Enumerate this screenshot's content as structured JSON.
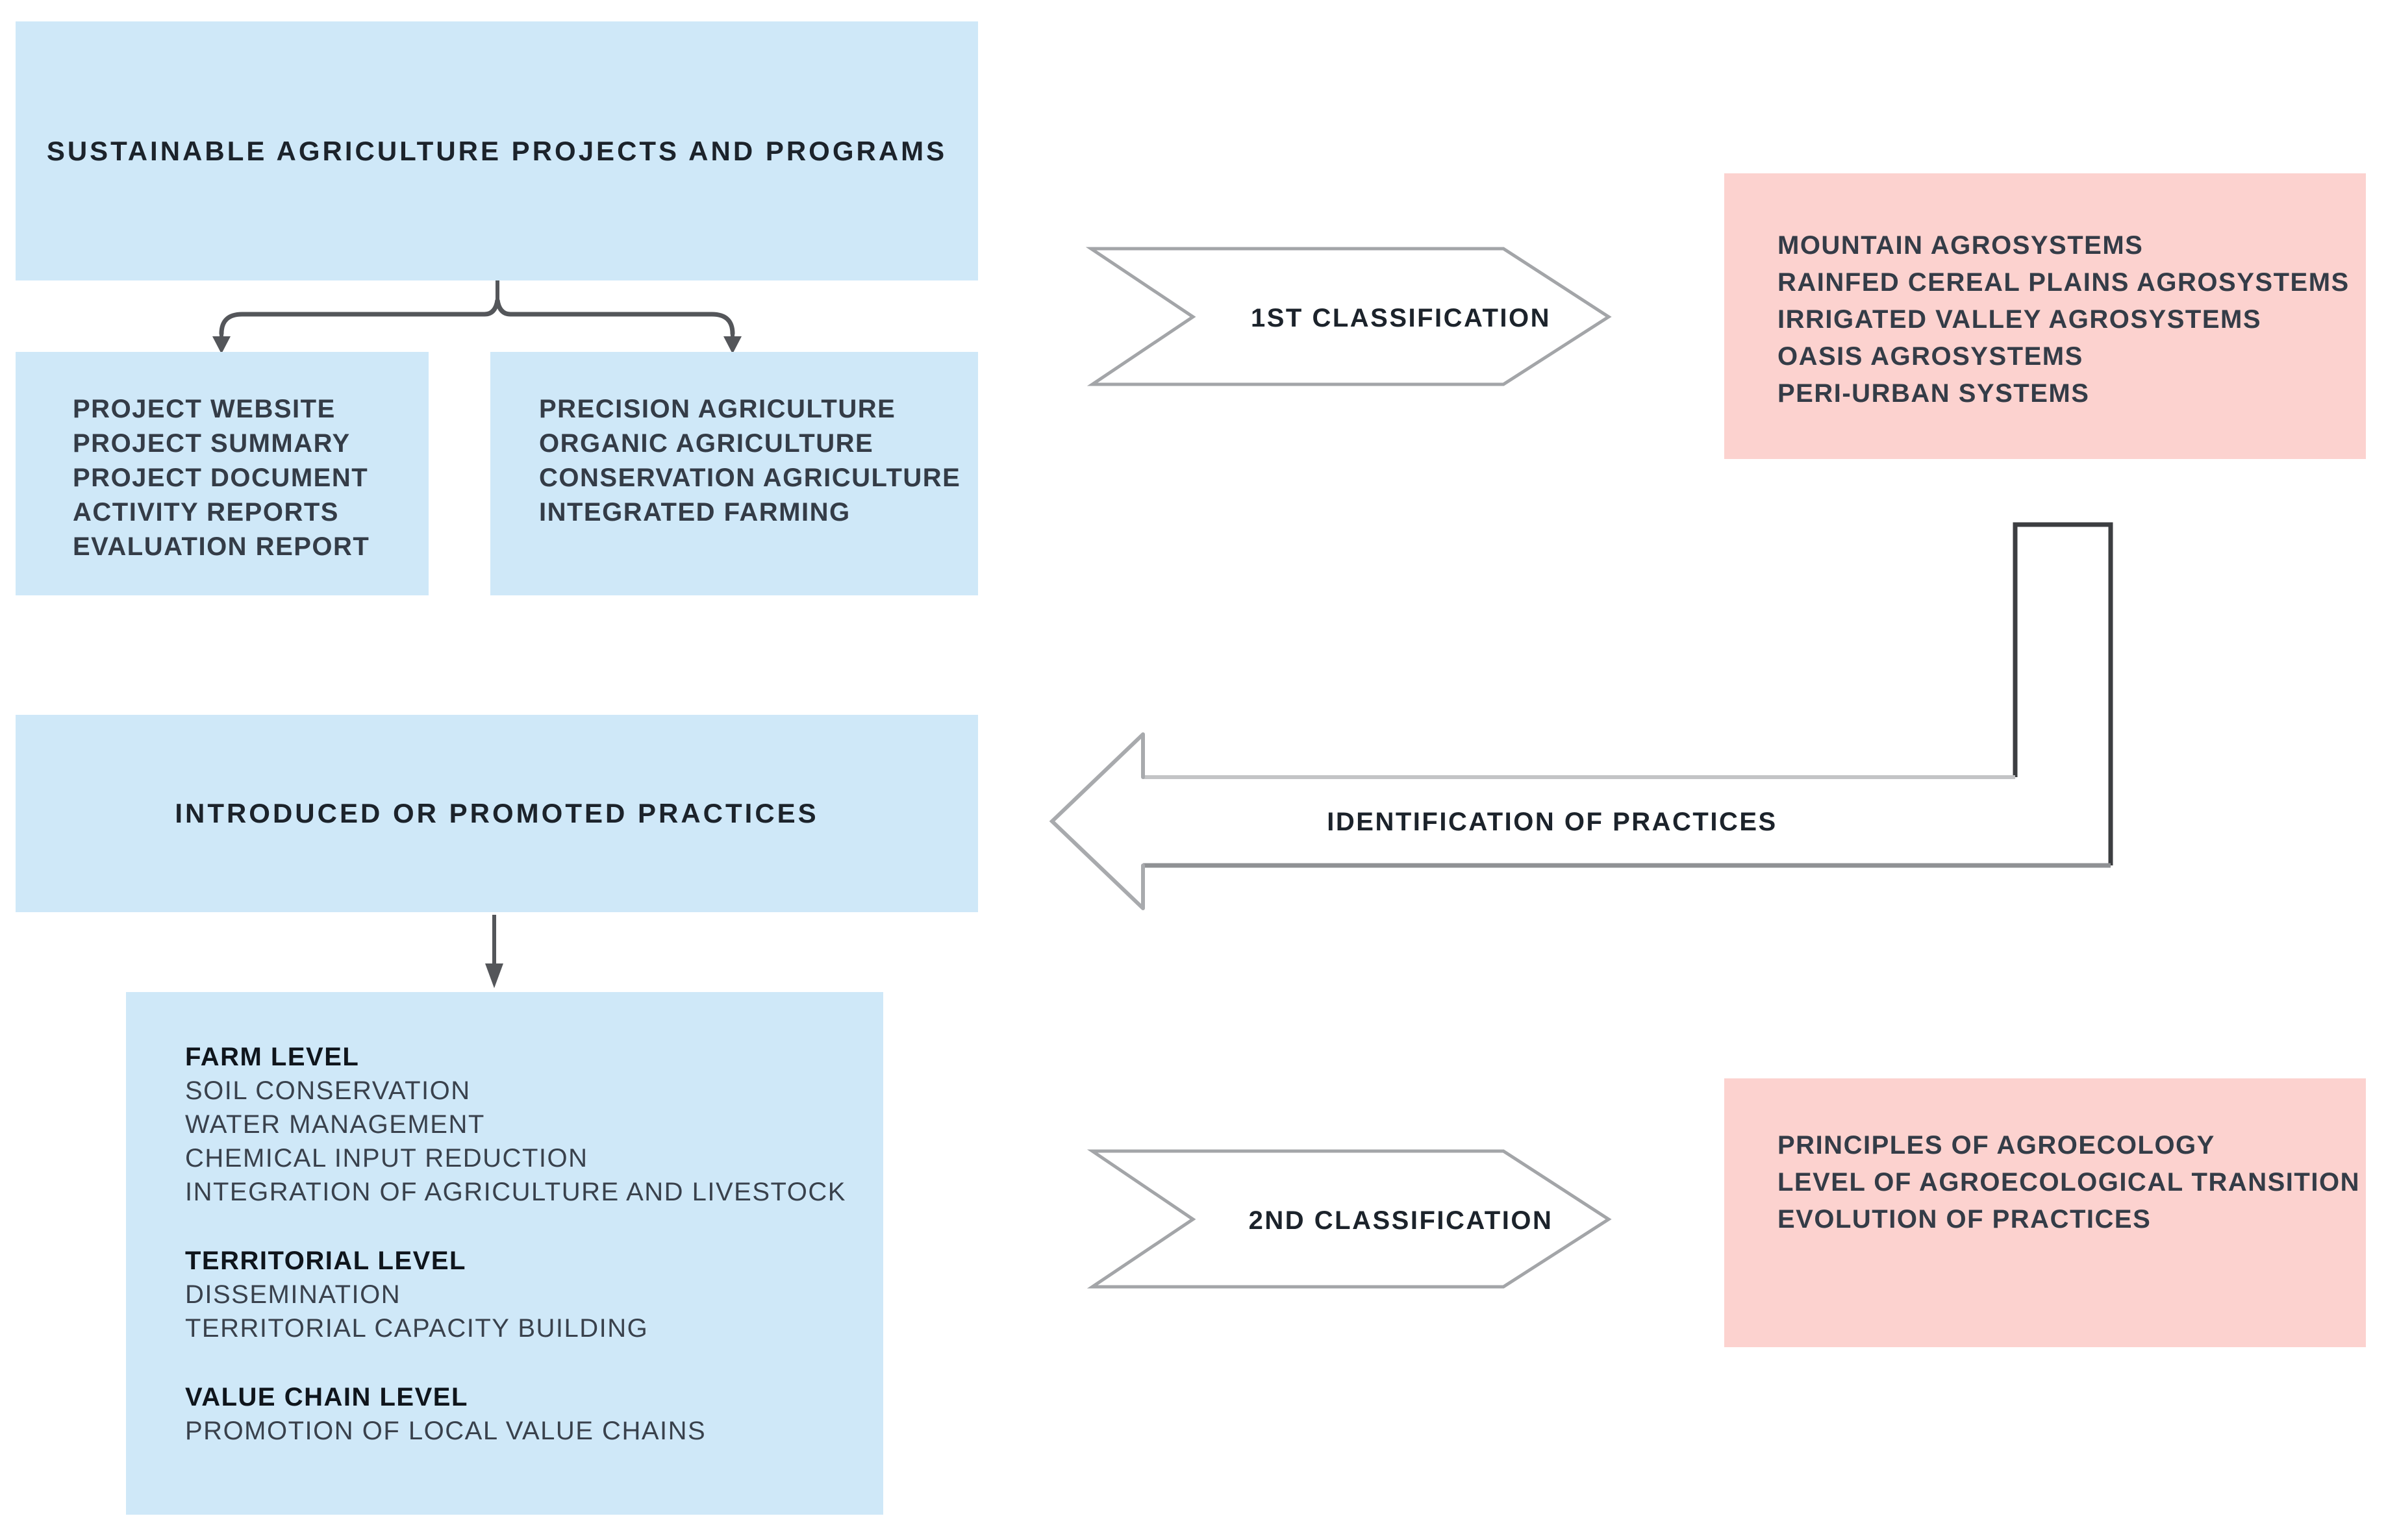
{
  "colors": {
    "box_blue": "#cfe8f8",
    "box_pink": "#fcd2cf",
    "connector_dark_gray": "#54565a",
    "outline_gray": "#a3a5a8",
    "text_dark": "#1c232b"
  },
  "source_box": {
    "title": "SUSTAINABLE AGRICULTURE PROJECTS AND PROGRAMS"
  },
  "documents_box": {
    "items": [
      "PROJECT WEBSITE",
      "PROJECT SUMMARY",
      "PROJECT DOCUMENT",
      "ACTIVITY REPORTS",
      "EVALUATION REPORT"
    ]
  },
  "practices_box": {
    "items": [
      "PRECISION AGRICULTURE",
      "ORGANIC AGRICULTURE",
      "CONSERVATION AGRICULTURE",
      "INTEGRATED FARMING"
    ]
  },
  "classification1": {
    "label": "1ST CLASSIFICATION"
  },
  "agrosystems_box": {
    "items": [
      "MOUNTAIN AGROSYSTEMS",
      "RAINFED CEREAL PLAINS AGROSYSTEMS",
      "IRRIGATED VALLEY AGROSYSTEMS",
      "OASIS AGROSYSTEMS",
      "PERI-URBAN SYSTEMS"
    ]
  },
  "identification_arrow": {
    "label": "IDENTIFICATION OF PRACTICES"
  },
  "promoted_box": {
    "title": "INTRODUCED OR PROMOTED PRACTICES"
  },
  "levels_box": {
    "groups": [
      {
        "header": "FARM LEVEL",
        "items": [
          "SOIL CONSERVATION",
          "WATER MANAGEMENT",
          "CHEMICAL INPUT REDUCTION",
          "INTEGRATION OF AGRICULTURE AND LIVESTOCK"
        ]
      },
      {
        "header": "TERRITORIAL LEVEL",
        "items": [
          "DISSEMINATION",
          "TERRITORIAL CAPACITY BUILDING"
        ]
      },
      {
        "header": "VALUE CHAIN LEVEL",
        "items": [
          "PROMOTION OF LOCAL VALUE CHAINS"
        ]
      }
    ]
  },
  "classification2": {
    "label": "2ND CLASSIFICATION"
  },
  "criteria_box": {
    "items": [
      "PRINCIPLES OF AGROECOLOGY",
      "LEVEL OF AGROECOLOGICAL TRANSITION",
      "EVOLUTION OF PRACTICES"
    ]
  }
}
